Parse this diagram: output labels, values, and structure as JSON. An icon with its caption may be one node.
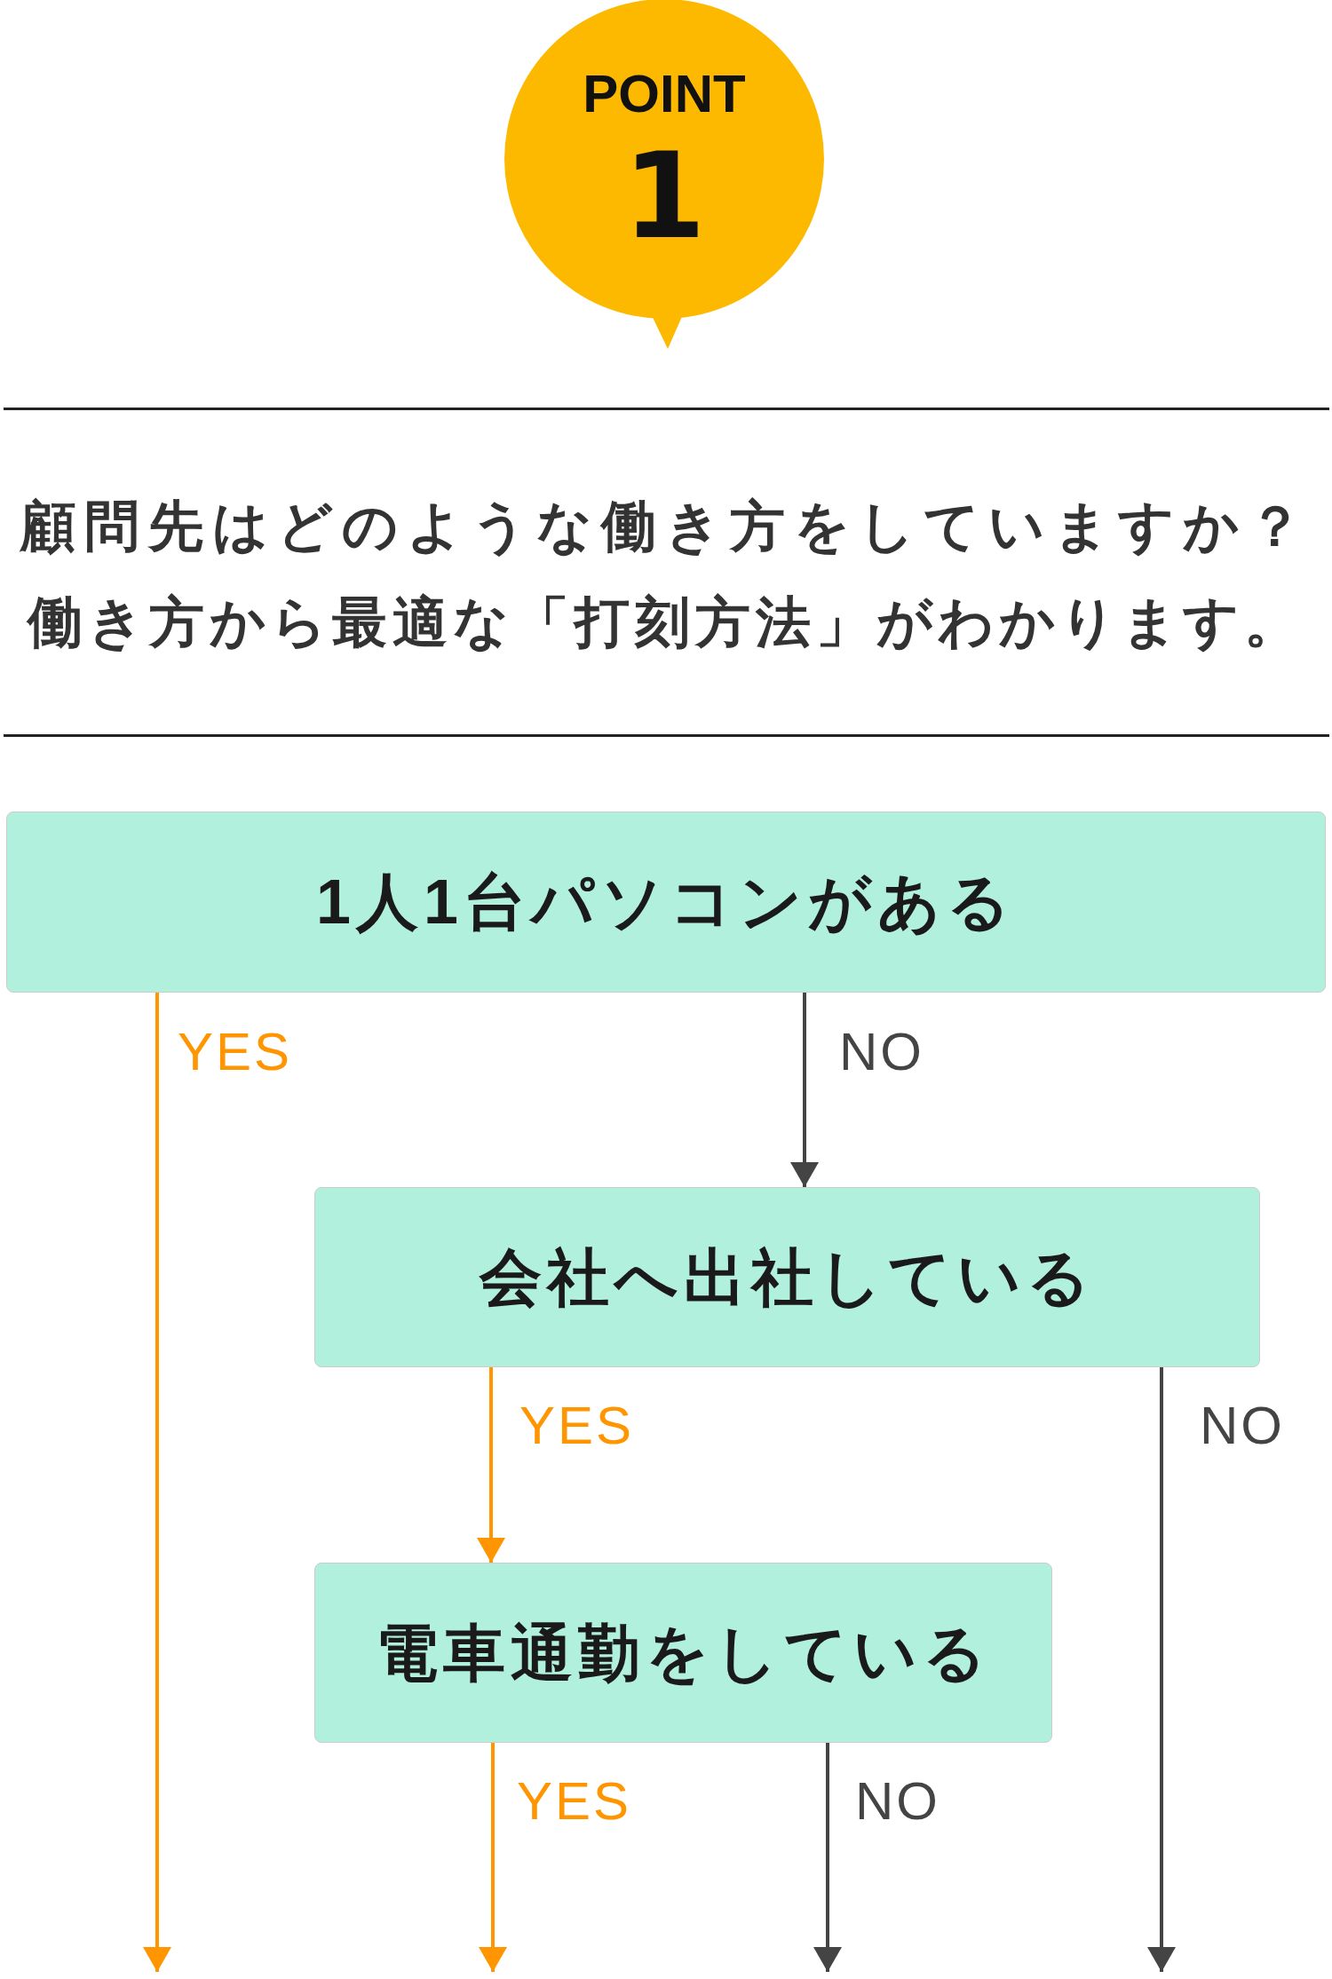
{
  "diagram": {
    "nodes": [
      {
        "text": [
          "POINT",
          "1"
        ]
      },
      {
        "text": [
          "1人1台パソコンがある"
        ]
      },
      {
        "text": [
          "会社へ出社している"
        ]
      },
      {
        "text": [
          "電車通勤をしている"
        ]
      }
    ],
    "edges": [
      {
        "from": 1,
        "to": null,
        "arrow": "to",
        "label": "YES",
        "color": "#ff9500"
      },
      {
        "from": 1,
        "to": 2,
        "arrow": "to",
        "label": "NO",
        "color": "#444444"
      },
      {
        "from": 2,
        "to": 3,
        "arrow": "to",
        "label": "YES",
        "color": "#ff9500"
      },
      {
        "from": 2,
        "to": null,
        "arrow": "to",
        "label": "NO",
        "color": "#444444"
      },
      {
        "from": 3,
        "to": null,
        "arrow": "to",
        "label": "YES",
        "color": "#ff9500"
      },
      {
        "from": 3,
        "to": null,
        "arrow": "to",
        "label": "NO",
        "color": "#444444"
      }
    ],
    "labels": [
      "顧問先はどのような働き方をしていますか？",
      "働き方から最適な「打刻方法」がわかります。"
    ]
  }
}
